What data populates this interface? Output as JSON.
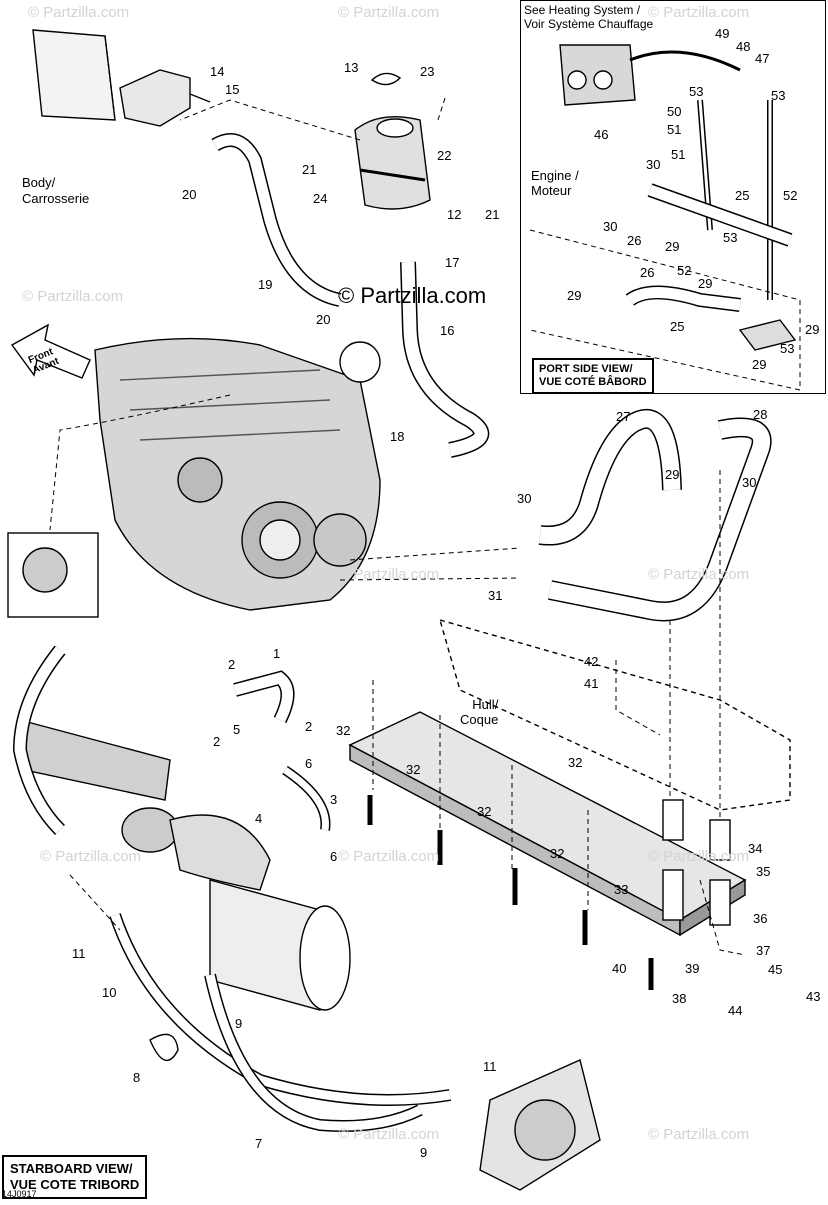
{
  "watermark": {
    "text": "© Partzilla.com",
    "center_text": "© Partzilla.com"
  },
  "diagram_code": "14J0917",
  "labels": {
    "body": "Body/\nCarrosserie",
    "engine": "Engine /\nMoteur",
    "hull": "Hull/\nCoque",
    "front": "Front\nAvant",
    "heating": "See Heating System /\nVoir Système Chauffage",
    "port_view": "PORT SIDE VIEW/\nVUE COTÉ BÂBORD",
    "starboard_view": "STARBOARD VIEW/\nVUE COTE TRIBORD"
  },
  "callouts": [
    "1",
    "2",
    "2",
    "2",
    "3",
    "4",
    "5",
    "6",
    "6",
    "7",
    "8",
    "9",
    "9",
    "10",
    "11",
    "11",
    "12",
    "13",
    "14",
    "15",
    "16",
    "17",
    "18",
    "19",
    "20",
    "20",
    "21",
    "21",
    "22",
    "23",
    "24",
    "25",
    "25",
    "26",
    "26",
    "27",
    "28",
    "29",
    "29",
    "29",
    "29",
    "29",
    "29",
    "30",
    "30",
    "30",
    "30",
    "31",
    "32",
    "32",
    "32",
    "32",
    "32",
    "33",
    "34",
    "35",
    "36",
    "37",
    "38",
    "39",
    "40",
    "41",
    "42",
    "43",
    "44",
    "45",
    "46",
    "47",
    "48",
    "49",
    "50",
    "51",
    "51",
    "52",
    "52",
    "53",
    "53",
    "53",
    "53"
  ]
}
